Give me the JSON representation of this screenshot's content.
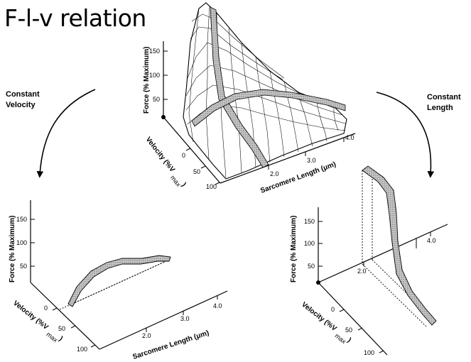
{
  "title": "F-l-v relation",
  "left_arrow": {
    "line1": "Constant",
    "line2": "Velocity"
  },
  "right_arrow": {
    "line1": "Constant",
    "line2": "Length"
  },
  "axes": {
    "force_label": "Force (% Maximum)",
    "velocity_label": "Velocity (%V",
    "velocity_sub": "max",
    "velocity_paren": ")",
    "length_label": "Sarcomere Length (μm)"
  },
  "top_plot": {
    "force_ticks": [
      "150",
      "100",
      "50"
    ],
    "velocity_ticks": [
      "0",
      "50",
      "100"
    ],
    "length_ticks": [
      "2.0",
      "3.0",
      "4.0"
    ]
  },
  "left_plot": {
    "force_ticks": [
      "150",
      "100",
      "50"
    ],
    "velocity_ticks": [
      "0",
      "50",
      "100"
    ],
    "length_ticks": [
      "2.0",
      "3.0",
      "4.0"
    ]
  },
  "right_plot": {
    "force_ticks": [
      "150",
      "100",
      "50"
    ],
    "velocity_ticks": [
      "0",
      "50",
      "100"
    ],
    "length_ticks": [
      "2.0",
      "4.0"
    ]
  }
}
